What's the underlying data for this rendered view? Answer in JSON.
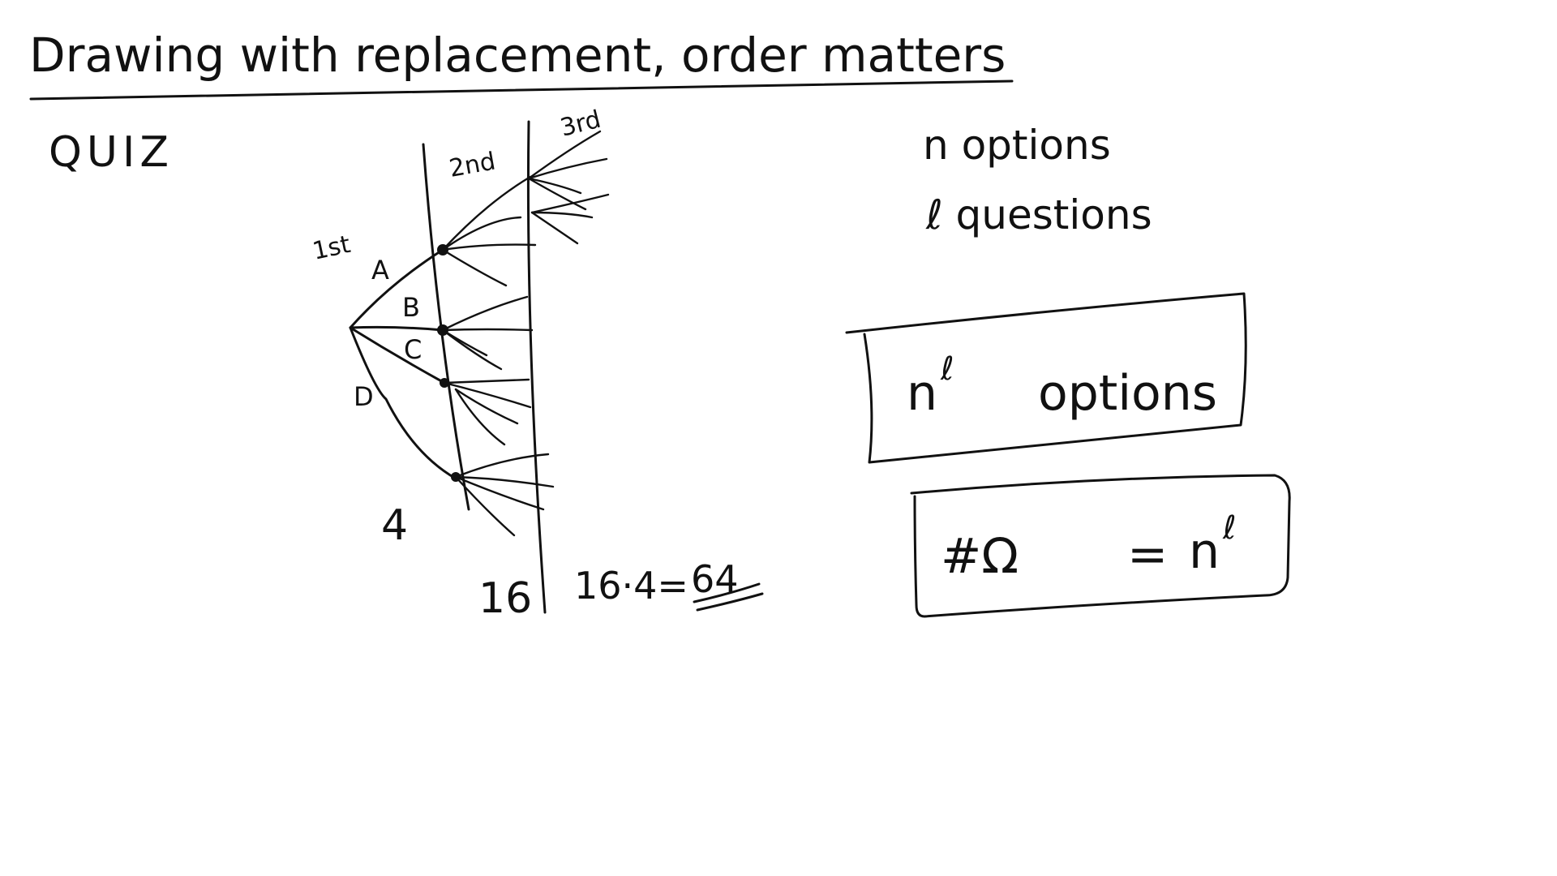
{
  "title": "Drawing with replacement, order matters",
  "quiz_label": "QUIZ",
  "tree": {
    "levels": [
      "1st",
      "2nd",
      "3rd"
    ],
    "branches": [
      "A",
      "B",
      "C",
      "D"
    ],
    "counts": {
      "first": "4",
      "second": "16",
      "third_calc": "16·4=",
      "third_result": "64"
    }
  },
  "notes": {
    "line1": "n options",
    "line2": "ℓ questions"
  },
  "box1": {
    "base": "n",
    "exponent": "ℓ",
    "label": "options"
  },
  "box2": {
    "lhs": "#Ω",
    "equals": "=",
    "base": "n",
    "exponent": "ℓ"
  }
}
